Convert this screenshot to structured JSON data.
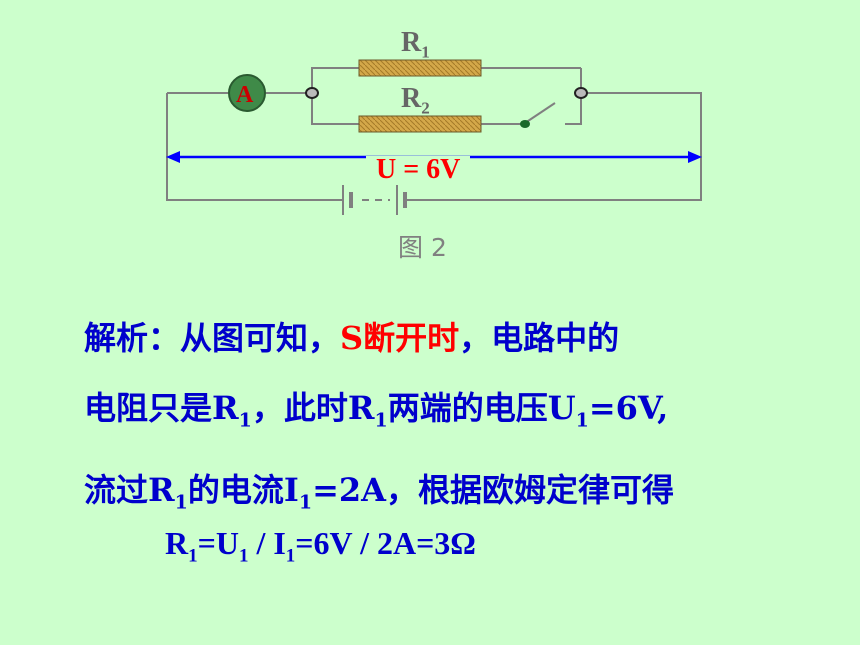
{
  "circuit": {
    "r1": {
      "letter": "R",
      "sub": "1"
    },
    "r2": {
      "letter": "R",
      "sub": "2"
    },
    "ammeter": "A",
    "voltage": "U = 6V",
    "caption": "图 2"
  },
  "analysis": {
    "line1_a": "解析：从图可知，",
    "line1_red": "S断开时",
    "line1_b": "，电路中的",
    "line2_a": "电阻只是R",
    "line2_s1": "1",
    "line2_b": "，此时R",
    "line2_s2": "1",
    "line2_c": "两端的电压U",
    "line2_s3": "1",
    "line2_d": "=6V,",
    "line3_a": "流过R",
    "line3_s1": "1",
    "line3_b": "的电流I",
    "line3_s2": "1",
    "line3_c": "=2A，根据欧姆定律可得"
  },
  "formula": {
    "p1": "R",
    "s1": "1",
    "p2": "=U",
    "s2": "1",
    "p3": " / I",
    "s3": "1",
    "p4": "=6V / 2A=3Ω"
  },
  "colors": {
    "background": "#ccffcc",
    "wire": "#808080",
    "resistor": "#d4a84a",
    "ammeter": "#3f8a48",
    "analysis_text": "#0000cc",
    "highlight": "#ff0000"
  }
}
